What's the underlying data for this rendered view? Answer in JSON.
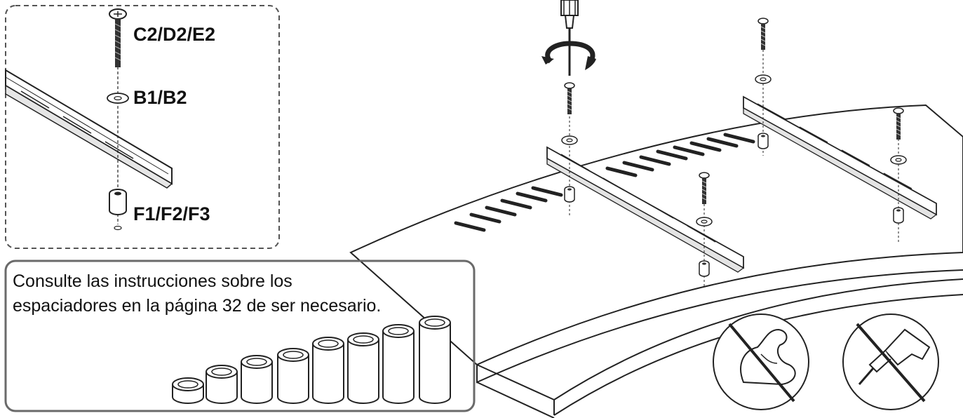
{
  "detail": {
    "screw_label": "C2/D2/E2",
    "washer_label": "B1/B2",
    "spacer_label": "F1/F2/F3"
  },
  "note": {
    "line1": "Consulte las instrucciones sobre los",
    "line2": "espaciadores en la página 32 de ser necesario."
  },
  "warnings": [
    {
      "icon": "no-excessive-force-icon"
    },
    {
      "icon": "no-power-drill-icon"
    }
  ],
  "colors": {
    "line": "#222222",
    "frame": "#6a6a6a"
  }
}
